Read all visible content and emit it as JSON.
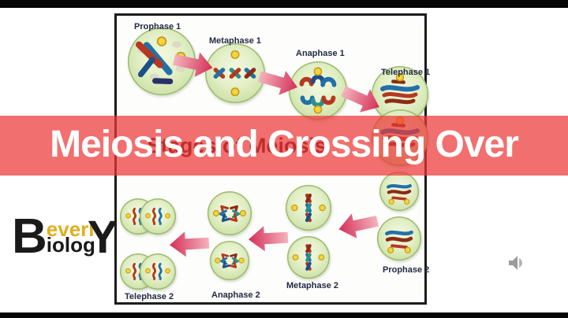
{
  "banner": {
    "title": "Meiosis and Crossing Over",
    "text_color": "#ffffff",
    "bg_color": "#f16b6b"
  },
  "diagram": {
    "title": "Stages of Meiosis",
    "title_color": "#5c0e0e",
    "border_color": "#1c1c1c",
    "stages": [
      {
        "id": "prophase1",
        "label": "Prophase 1"
      },
      {
        "id": "metaphase1",
        "label": "Metaphase 1"
      },
      {
        "id": "anaphase1",
        "label": "Anaphase 1"
      },
      {
        "id": "telephase1",
        "label": "Telephase 1"
      },
      {
        "id": "prophase2",
        "label": "Prophase 2"
      },
      {
        "id": "metaphase2",
        "label": "Metaphase 2"
      },
      {
        "id": "anaphase2",
        "label": "Anaphase 2"
      },
      {
        "id": "telephase2",
        "label": "Telephase 2"
      }
    ],
    "colors": {
      "red": "#b5381f",
      "dred": "#8c2b15",
      "blue": "#2270a8",
      "dblue": "#1b4f8a",
      "teal": "#2a8f8f",
      "navy": "#27306b",
      "yellow": "#f2d53c",
      "yellow_dark": "#c9981c",
      "arrow": "#d42f58",
      "cell_fill": "#dcedc2",
      "cell_edge": "#9cbb70"
    }
  },
  "logo": {
    "initial": "B",
    "top_word": "everl",
    "bottom_word": "iolog",
    "final": "Y",
    "accent_color": "#dfaf1e"
  },
  "audio_control": {
    "icon": "speaker-icon",
    "color": "#9b9b9b"
  }
}
